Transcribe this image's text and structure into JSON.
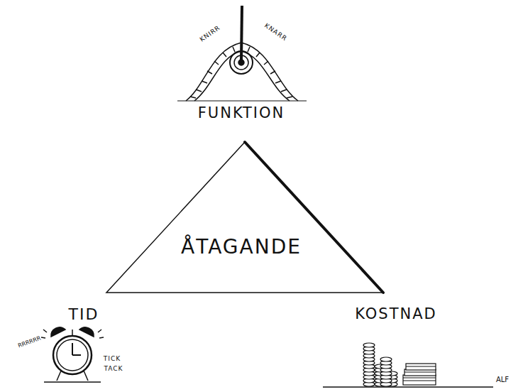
{
  "diagram": {
    "nodes": [
      {
        "text": [
          "ÅTAGANDE"
        ]
      }
    ],
    "labels": [
      "FUNKTION",
      "KNIRR",
      "KNARR",
      "TID",
      "RRRRRR",
      "TICK",
      "TACK",
      "KOSTNAD",
      "ALF"
    ]
  }
}
